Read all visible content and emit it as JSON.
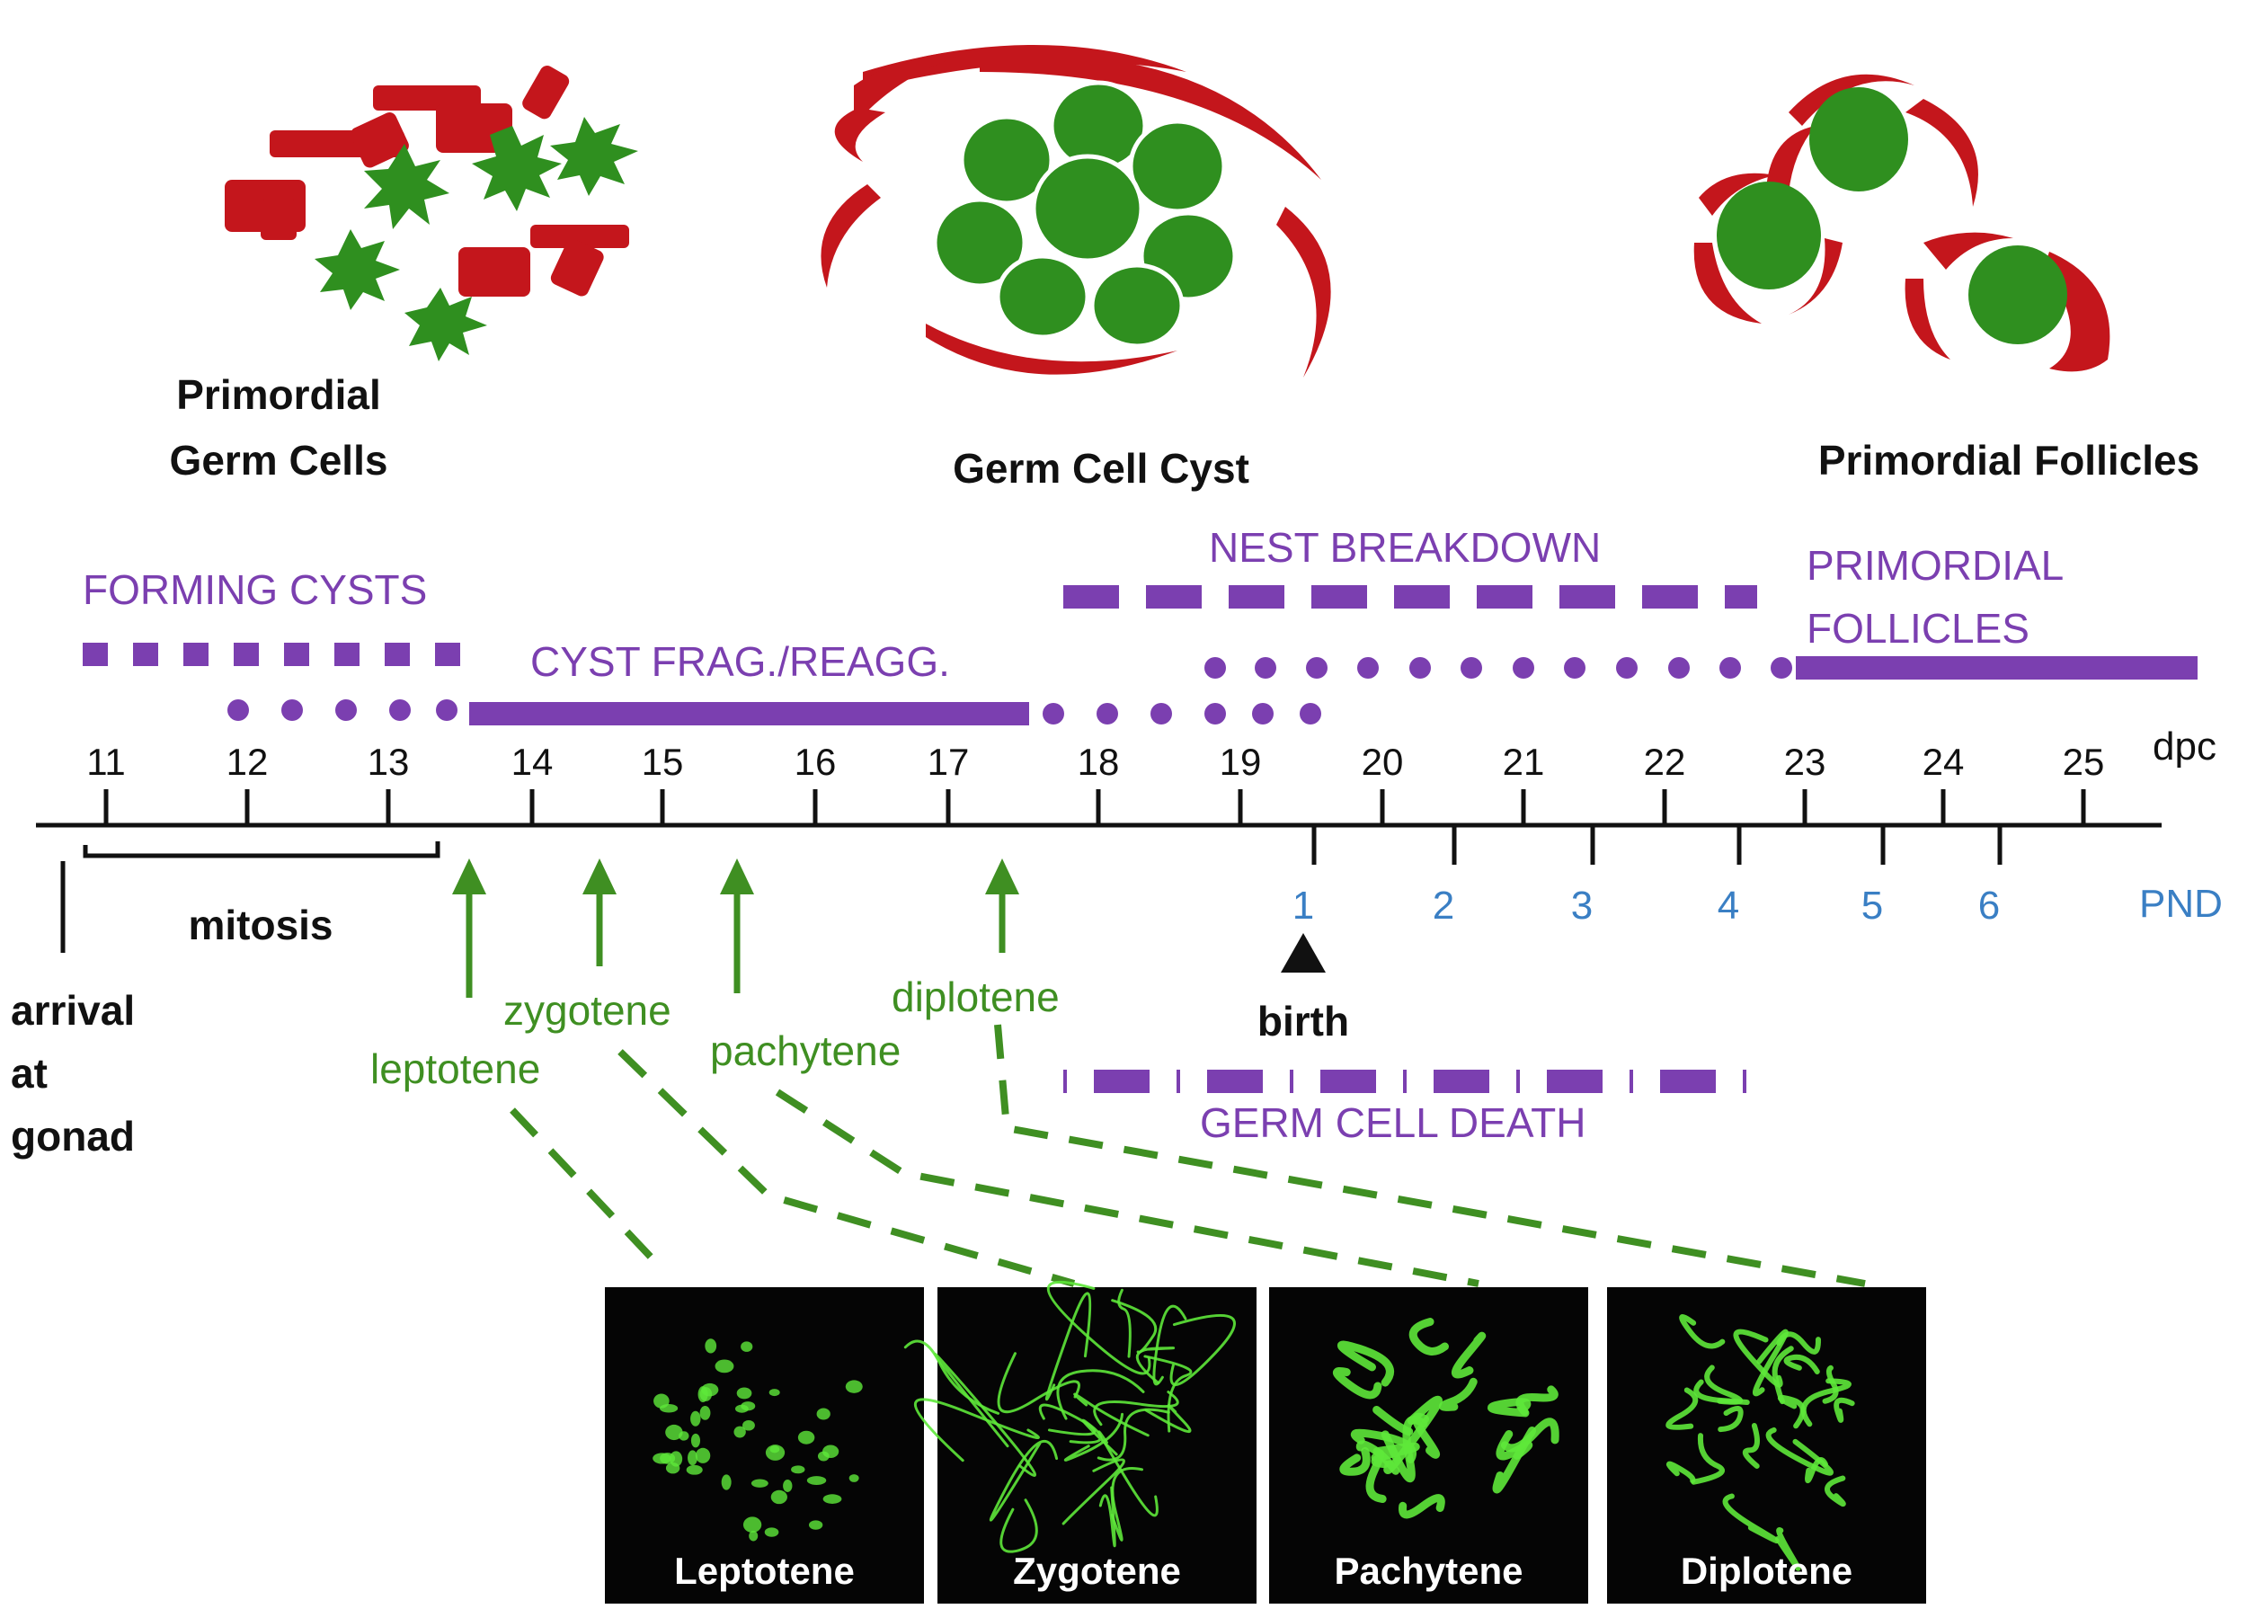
{
  "colors": {
    "cell_red": "#c4161c",
    "germ_green": "#2f8f1f",
    "purple": "#7b3fb0",
    "meiosis_green": "#3f8f22",
    "pnd_blue": "#3a7fc4",
    "black": "#111111",
    "micrograph_bg": "#050505",
    "chromosome_green": "#5ee83a"
  },
  "stages": {
    "pgc": {
      "line1": "Primordial",
      "line2": "Germ Cells"
    },
    "cyst": {
      "label": "Germ Cell Cyst"
    },
    "follicles": {
      "label": "Primordial Follicles"
    }
  },
  "processes": {
    "forming_cysts": "FORMING CYSTS",
    "cyst_frag": "CYST FRAG./REAGG.",
    "nest_breakdown": "NEST BREAKDOWN",
    "primordial_follicles_1": "PRIMORDIAL",
    "primordial_follicles_2": "FOLLICLES",
    "germ_cell_death": "GERM CELL DEATH"
  },
  "timeline": {
    "dpc_unit": "dpc",
    "pnd_unit": "PND",
    "dpc_ticks": [
      "11",
      "12",
      "13",
      "14",
      "15",
      "16",
      "17",
      "18",
      "19",
      "20",
      "21",
      "22",
      "23",
      "24",
      "25"
    ],
    "pnd_ticks": [
      "1",
      "2",
      "3",
      "4",
      "5",
      "6"
    ],
    "birth": "birth"
  },
  "events": {
    "mitosis": "mitosis",
    "arrival_1": "arrival",
    "arrival_2": "at",
    "arrival_3": "gonad"
  },
  "meiosis": {
    "leptotene": "leptotene",
    "zygotene": "zygotene",
    "pachytene": "pachytene",
    "diplotene": "diplotene"
  },
  "micrographs": [
    "Leptotene",
    "Zygotene",
    "Pachytene",
    "Diplotene"
  ]
}
